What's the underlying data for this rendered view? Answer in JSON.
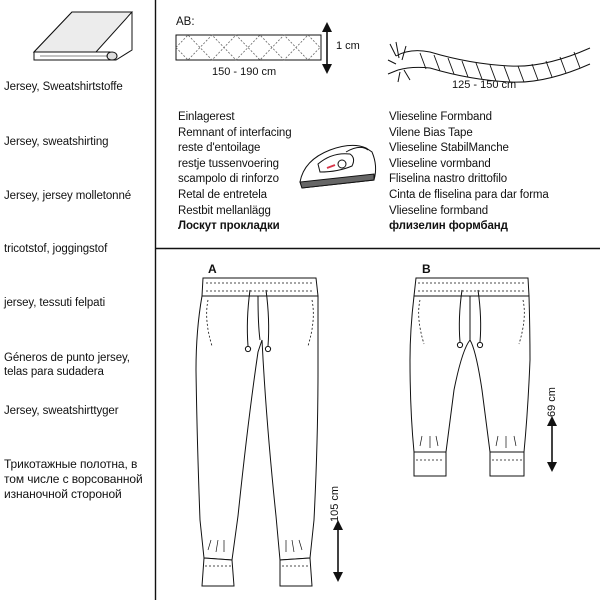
{
  "fabrics": [
    "Jersey, Sweatshirtstoffe",
    "Jersey, sweatshirting",
    "Jersey, jersey molletonné",
    "tricotstof, joggingstof",
    "jersey, tessuti felpati",
    "Géneros de punto jersey,\ntelas para sudadera",
    "Jersey, sweatshirttyger",
    "Трикотажные полотна, в\nтом числе с ворсованной\nизнаночной стороной"
  ],
  "band": {
    "label": "AB:",
    "width": "1 cm",
    "length": "150 - 190 cm"
  },
  "cord": {
    "length": "125 - 150 cm"
  },
  "interfacing": [
    "Einlagerest",
    "Remnant of interfacing",
    "reste d'entoilage",
    "restje tussenvoering",
    "scampolo di rinforzo",
    "Retal de entretela",
    "Restbit mellanlägg",
    "Лоскут прокладки"
  ],
  "formband": [
    "Vlieseline Formband",
    "Vilene Bias Tape",
    "Vlieseline StabilManche",
    "Vlieseline vormband",
    "Fliselina nastro drittofilo",
    "Cinta de fliselina para dar forma",
    "Vlieseline formband",
    "флизелин формбанд"
  ],
  "views": [
    {
      "letter": "A",
      "length": "105 cm"
    },
    {
      "letter": "B",
      "length": "69 cm"
    }
  ],
  "colors": {
    "ink": "#111111",
    "accent": "#d9364a"
  }
}
